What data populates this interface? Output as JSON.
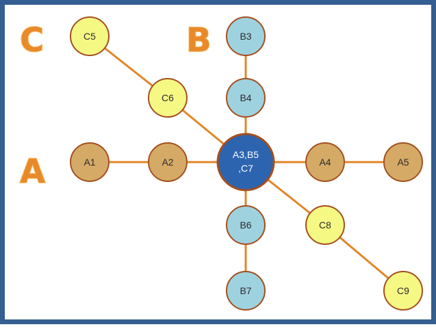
{
  "colors": {
    "frame": "#355e91",
    "edge": "#e28527",
    "group_a_node": "#d5aa66",
    "group_b_node": "#9fd2df",
    "group_c_node": "#f6f884",
    "node_stroke": "#a34f1f",
    "center_node": "#2d64b0",
    "center_stroke": "#a34f1f",
    "group_label": "#e88a2a"
  },
  "group_labels": {
    "a": "A",
    "b": "B",
    "c": "C"
  },
  "center": {
    "label_line1": "A3,B5",
    "label_line2": ",C7"
  },
  "nodes": {
    "a1": "A1",
    "a2": "A2",
    "a4": "A4",
    "a5": "A5",
    "b3": "B3",
    "b4": "B4",
    "b6": "B6",
    "b7": "B7",
    "c5": "C5",
    "c6": "C6",
    "c8": "C8",
    "c9": "C9"
  }
}
